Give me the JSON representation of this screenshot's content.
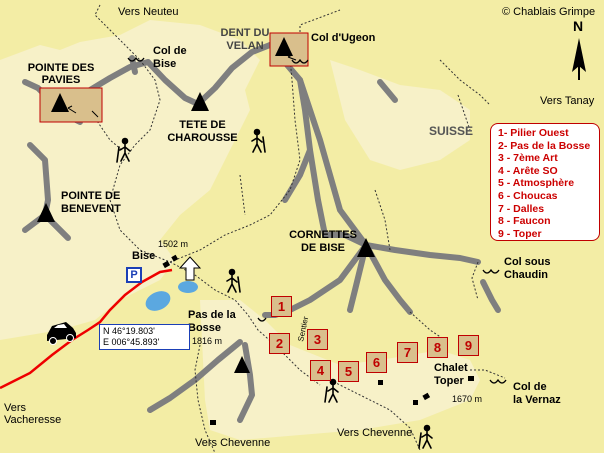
{
  "copyright": "© Chablais Grimpe",
  "north": "N",
  "directions": {
    "neuteu": "Vers Neuteu",
    "tanay": "Vers Tanay",
    "vacheresse_1": "Vers",
    "vacheresse_2": "Vacheresse",
    "chevenne_left": "Vers Chevenne",
    "chevenne_right": "Vers Chevenne"
  },
  "country": "SUISSE",
  "peaks": {
    "pavies_1": "POINTE DES",
    "pavies_2": "PAVIES",
    "velan_1": "DENT DU",
    "velan_2": "VELAN",
    "charousse_1": "TETE DE",
    "charousse_2": "CHAROUSSE",
    "benevent_1": "POINTE DE",
    "benevent_2": "BENEVENT",
    "cornettes_1": "CORNETTES",
    "cornettes_2": "DE BISE"
  },
  "passes": {
    "col_bise_1": "Col de",
    "col_bise_2": "Bise",
    "col_ugeon": "Col d'Ugeon",
    "pas_bosse_1": "Pas de la",
    "pas_bosse_2": "Bosse",
    "pas_bosse_alt": "1816 m",
    "col_sous_chaudin_1": "Col sous",
    "col_sous_chaudin_2": "Chaudin",
    "col_vernaz_1": "Col de",
    "col_vernaz_2": "la Vernaz"
  },
  "places": {
    "bise": "Bise",
    "bise_alt": "1502 m",
    "chalet_1": "Chalet",
    "chalet_2": "Toper",
    "chalet_alt": "1670 m",
    "path_label": "Sentier"
  },
  "parking": "P",
  "coords": {
    "n": "N 46°19.803'",
    "e": "E 006°45.893'"
  },
  "legend": [
    "1- Pilier Ouest",
    "2- Pas de la Bosse",
    "3 - 7ème Art",
    "4 - Arête SO",
    "5 - Atmosphère",
    "6 - Choucas",
    "7 - Dalles",
    "8 - Faucon",
    "9 - Toper"
  ],
  "routes": [
    "1",
    "2",
    "3",
    "4",
    "5",
    "6",
    "7",
    "8",
    "9"
  ],
  "colors": {
    "background": "#f3eda5",
    "valley": "#f7f1c8",
    "ridge": "#7f7f7f",
    "road": "#ee0000",
    "route_accent": "#c00000",
    "lake": "#5ba8e0",
    "parking_blue": "#1b3fb6"
  }
}
